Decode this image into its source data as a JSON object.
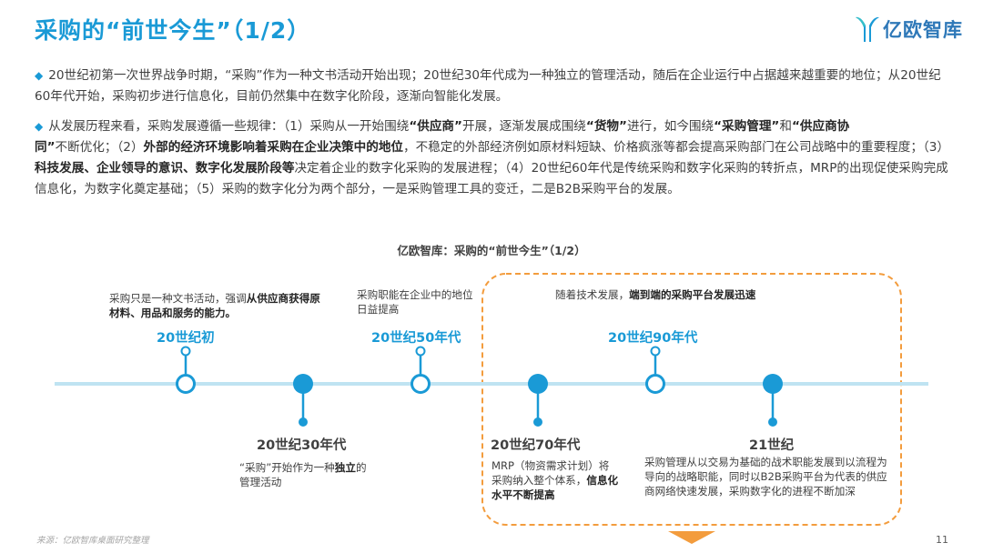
{
  "title": "采购的“前世今生”（1/2）",
  "logo": {
    "text": "亿欧智库",
    "icon": "yiou-y-logo-icon"
  },
  "bullets": [
    {
      "segments": [
        {
          "t": "20世纪初第一次世界战争时期，“采购”作为一种文书活动开始出现；20世纪30年代成为一种独立的管理活动，随后在企业运行中占据越来越",
          "b": false
        },
        {
          "t": "重要的地位；从20世纪60年代开始，采购初步进行信息化，目前仍然集中在数字化阶段，逐渐向智能化发展。",
          "b": false
        }
      ]
    },
    {
      "segments": [
        {
          "t": "从发展历程来看，采购发展遵循一些规律：（1）采购从一开始围绕",
          "b": false
        },
        {
          "t": "“供应商”",
          "b": true
        },
        {
          "t": "开展，逐渐发展成围绕",
          "b": false
        },
        {
          "t": "“货物”",
          "b": true
        },
        {
          "t": "进行，如今围绕",
          "b": false
        },
        {
          "t": "“采购管理”",
          "b": true
        },
        {
          "t": "和",
          "b": false
        },
        {
          "t": "“供应商协同”",
          "b": true
        },
        {
          "t": "不断优化；（2）",
          "b": false
        },
        {
          "t": "外部的经济环境影响着采购在企业决策中的地位",
          "b": true
        },
        {
          "t": "，不稳定的外部经济例如原材料短缺、价格疯涨等都会提高采购部门在公司战略中的重要程度；（3）",
          "b": false
        },
        {
          "t": "科技发展、企业领导的意识、数字化发展阶段等",
          "b": true
        },
        {
          "t": "决定着企业的数字化采购的发展进程；（4）20世纪60年代是传统采购和数字化采购的转折点，MRP的出现促使采购完成信息化，为数字化奠定基础；（5）采购的数字化分为两个部分，一是采购管理工具的变迁，二是B2B采购平台的发展。",
          "b": false
        }
      ]
    }
  ],
  "chart_title": "亿欧智库：采购的“前世今生”（1/2）",
  "colors": {
    "accent": "#1a9ad6",
    "highlight_border": "#f39c3d",
    "line": "#bfe3f2"
  },
  "timeline": {
    "nodes": [
      {
        "era": "20世纪初",
        "pos": "top",
        "hollow": true,
        "note": [
          {
            "t": "采购只是一种文书活动，强调",
            "b": false
          },
          {
            "t": "从供应商获得原材料、用品和服务的能力。",
            "b": true
          }
        ]
      },
      {
        "era": "20世纪30年代",
        "pos": "bottom",
        "hollow": false,
        "note": [
          {
            "t": "“采购”开始作为一种",
            "b": false
          },
          {
            "t": "独立",
            "b": true
          },
          {
            "t": "的管理活动",
            "b": false
          }
        ]
      },
      {
        "era": "20世纪50年代",
        "pos": "top",
        "hollow": true,
        "note": [
          {
            "t": "采购职能在企业中的地位日益提高",
            "b": false
          }
        ]
      },
      {
        "era": "20世纪70年代",
        "pos": "bottom",
        "hollow": false,
        "note": [
          {
            "t": "MRP（物资需求计划）将采购纳入整个体系，",
            "b": false
          },
          {
            "t": "信息化水平不断提高",
            "b": true
          }
        ]
      },
      {
        "era": "20世纪90年代",
        "pos": "top",
        "hollow": true,
        "note": [
          {
            "t": "随着技术发展，",
            "b": false
          },
          {
            "t": "端到端的采购平台发展迅速",
            "b": true
          }
        ]
      },
      {
        "era": "21世纪",
        "pos": "bottom",
        "hollow": false,
        "note": [
          {
            "t": "采购管理从以交易为基础的战术职能发展到以流程为导向的战略职能，同时以B2B采购平台为代表的供应商网络快速发展，采购数字化的进程不断加深",
            "b": false
          }
        ]
      }
    ]
  },
  "footer": {
    "source": "来源：亿欧智库桌面研究整理",
    "page": "11"
  }
}
